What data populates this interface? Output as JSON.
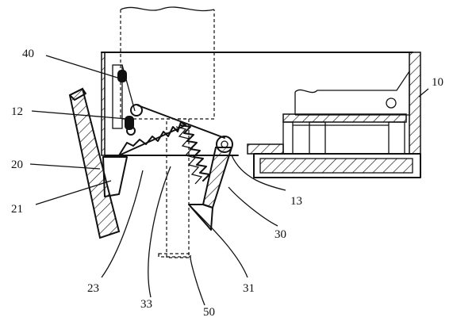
{
  "figure": {
    "labels": {
      "l10": "10",
      "l12": "12",
      "l13": "13",
      "l20": "20",
      "l21": "21",
      "l23": "23",
      "l30": "30",
      "l31": "31",
      "l33": "33",
      "l40": "40",
      "l50": "50"
    }
  }
}
